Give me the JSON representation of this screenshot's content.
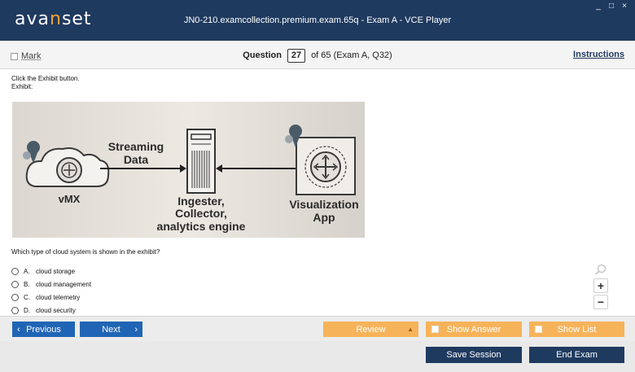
{
  "window": {
    "logo_prefix": "ava",
    "logo_accent": "n",
    "logo_suffix": "set",
    "title": "JN0-210.examcollection.premium.exam.65q - Exam A - VCE Player",
    "controls": [
      "_",
      "□",
      "×"
    ]
  },
  "question_bar": {
    "mark_label": "Mark",
    "question_label": "Question",
    "question_number": "27",
    "question_of": "of 65 (Exam A, Q32)",
    "instructions_link": "Instructions"
  },
  "content": {
    "instruction_line1": "Click the Exhibit button.",
    "instruction_line2": "Exhibit:",
    "exhibit": {
      "streaming_line1": "Streaming",
      "streaming_line2": "Data",
      "vmx": "vMX",
      "ingester_line1": "Ingester,",
      "ingester_line2": "Collector,",
      "ingester_line3": "analytics engine",
      "viz_line1": "Visualization",
      "viz_line2": "App"
    },
    "question": "Which type of cloud system is shown in the exhibit?",
    "options": [
      {
        "letter": "A.",
        "text": "cloud storage"
      },
      {
        "letter": "B.",
        "text": "cloud management"
      },
      {
        "letter": "C.",
        "text": "cloud telemetry"
      },
      {
        "letter": "D.",
        "text": "cloud security"
      }
    ],
    "zoom_in": "+",
    "zoom_out": "−"
  },
  "nav": {
    "previous": "Previous",
    "next": "Next",
    "review": "Review",
    "show_answer": "Show Answer",
    "show_list": "Show List",
    "save_session": "Save Session",
    "end_exam": "End Exam"
  },
  "colors": {
    "titlebar": "#1f3a5f",
    "logo_accent": "#f0a23a",
    "nav_blue": "#2065b5",
    "nav_orange": "#f7b35a"
  },
  "icons": {
    "search": "magnifier-icon",
    "review_arrow": "triangle-up-icon",
    "previous": "chevron-left-icon",
    "next": "chevron-right-icon"
  }
}
